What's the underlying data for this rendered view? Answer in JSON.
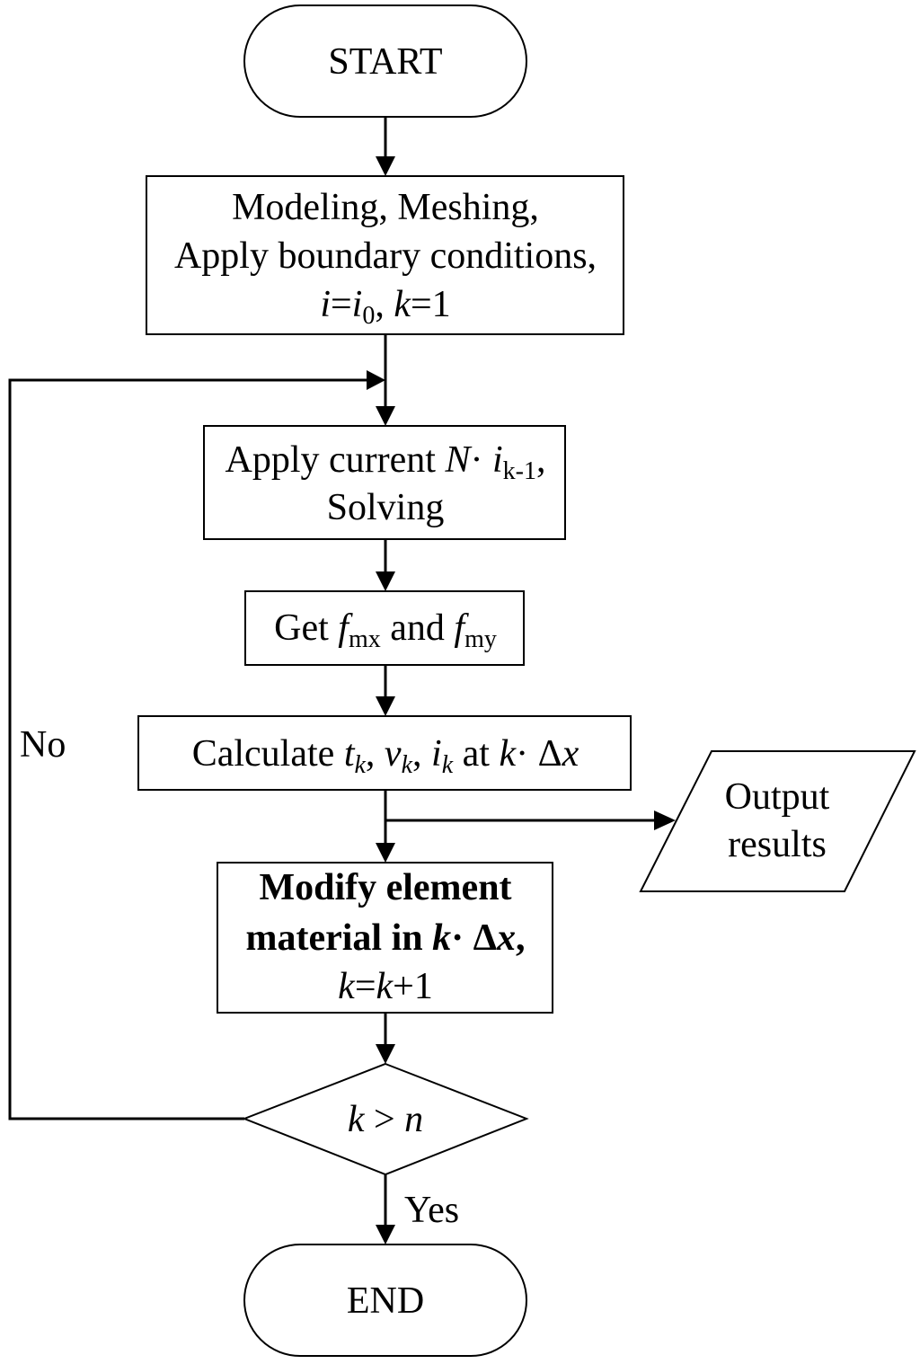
{
  "nodes": {
    "start": {
      "label": "START"
    },
    "init": {
      "line1": "Modeling, Meshing,",
      "line2": "Apply boundary conditions,",
      "line3": {
        "i": "i",
        "eq": "=",
        "i0": "i",
        "sub0": "0",
        "comma": ", ",
        "k": "k",
        "eq1": "=1"
      }
    },
    "apply": {
      "line1_prefix": "Apply current ",
      "N": "N",
      "dot": "· ",
      "i": "i",
      "sub": "k-1",
      "comma": ",",
      "line2": "Solving"
    },
    "get": {
      "prefix": "Get ",
      "f1": "f",
      "sub1": "mx",
      "and": " and ",
      "f2": "f",
      "sub2": "my"
    },
    "calc": {
      "prefix": "Calculate ",
      "t": "t",
      "sub_t": "k",
      "c1": ", ",
      "v": "v",
      "sub_v": "k",
      "c2": ", ",
      "i": "i",
      "sub_i": "k",
      "at": " at ",
      "k": "k",
      "dot": "· ",
      "delta": "Δ",
      "x": "x"
    },
    "modify": {
      "line1": "Modify element",
      "line2_prefix": "material in ",
      "k": "k",
      "dot": "· ",
      "delta": "Δ",
      "x": "x",
      "comma": ",",
      "line3": {
        "k1": "k",
        "eq": "=",
        "k2": "k",
        "plus": "+1"
      }
    },
    "output": {
      "line1": "Output",
      "line2": "results"
    },
    "decision": {
      "k": "k",
      "gt": " > ",
      "n": "n"
    },
    "end": {
      "label": "END"
    }
  },
  "edge_labels": {
    "no": "No",
    "yes": "Yes"
  }
}
